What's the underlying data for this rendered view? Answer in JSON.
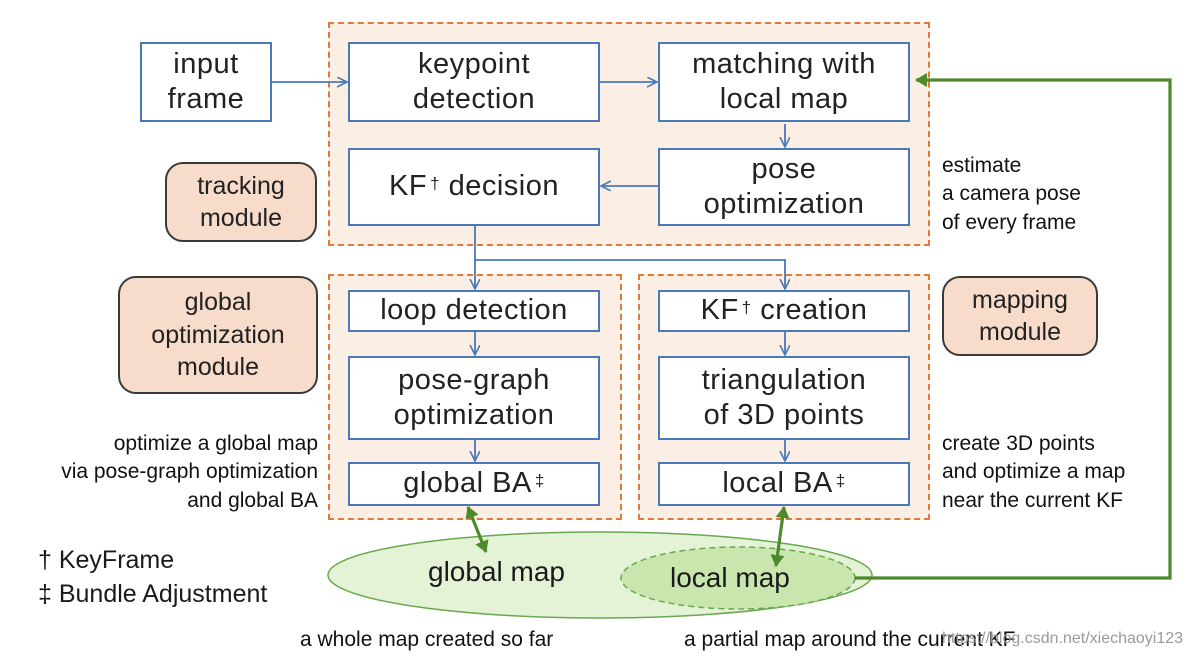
{
  "boxes": {
    "input_frame": "input\nframe",
    "keypoint_detection": "keypoint\ndetection",
    "matching_local_map": "matching with\nlocal map",
    "kf_decision": "KF",
    "kf_decision_rest": " decision",
    "pose_optimization": "pose\noptimization",
    "loop_detection": "loop detection",
    "pose_graph_optimization": "pose-graph\noptimization",
    "global_ba": "global BA",
    "kf_creation": "KF",
    "kf_creation_rest": " creation",
    "triangulation": "triangulation\nof 3D points",
    "local_ba": "local BA"
  },
  "symbols": {
    "dagger": "†",
    "double_dagger": "‡"
  },
  "modules": {
    "tracking": "tracking\nmodule",
    "global_optimization": "global\noptimization\nmodule",
    "mapping": "mapping\nmodule"
  },
  "notes": {
    "tracking": "estimate\na camera pose\nof every frame",
    "global": "optimize a global map\nvia pose-graph optimization\nand global BA",
    "mapping": "create 3D points\nand optimize a map\nnear the current KF",
    "global_map_caption": "a whole map created so far",
    "local_map_caption": "a partial map around the current KF"
  },
  "legend": {
    "dagger_line": "† KeyFrame",
    "double_dagger_line": "‡ Bundle Adjustment"
  },
  "maps": {
    "global_map": "global map",
    "local_map": "local map"
  },
  "watermark": "https://blog.csdn.net/xiechaoyi123",
  "colors": {
    "group_border": "#e07a3c",
    "group_fill": "#fbeee4",
    "box_border": "#4a78b8",
    "arrow_blue": "#4a78b8",
    "arrow_green": "#4e8a2c",
    "ellipse_fill": "#e4f3d6",
    "local_ellipse_fill": "#c9e6ae",
    "module_fill": "#f7dccb"
  }
}
